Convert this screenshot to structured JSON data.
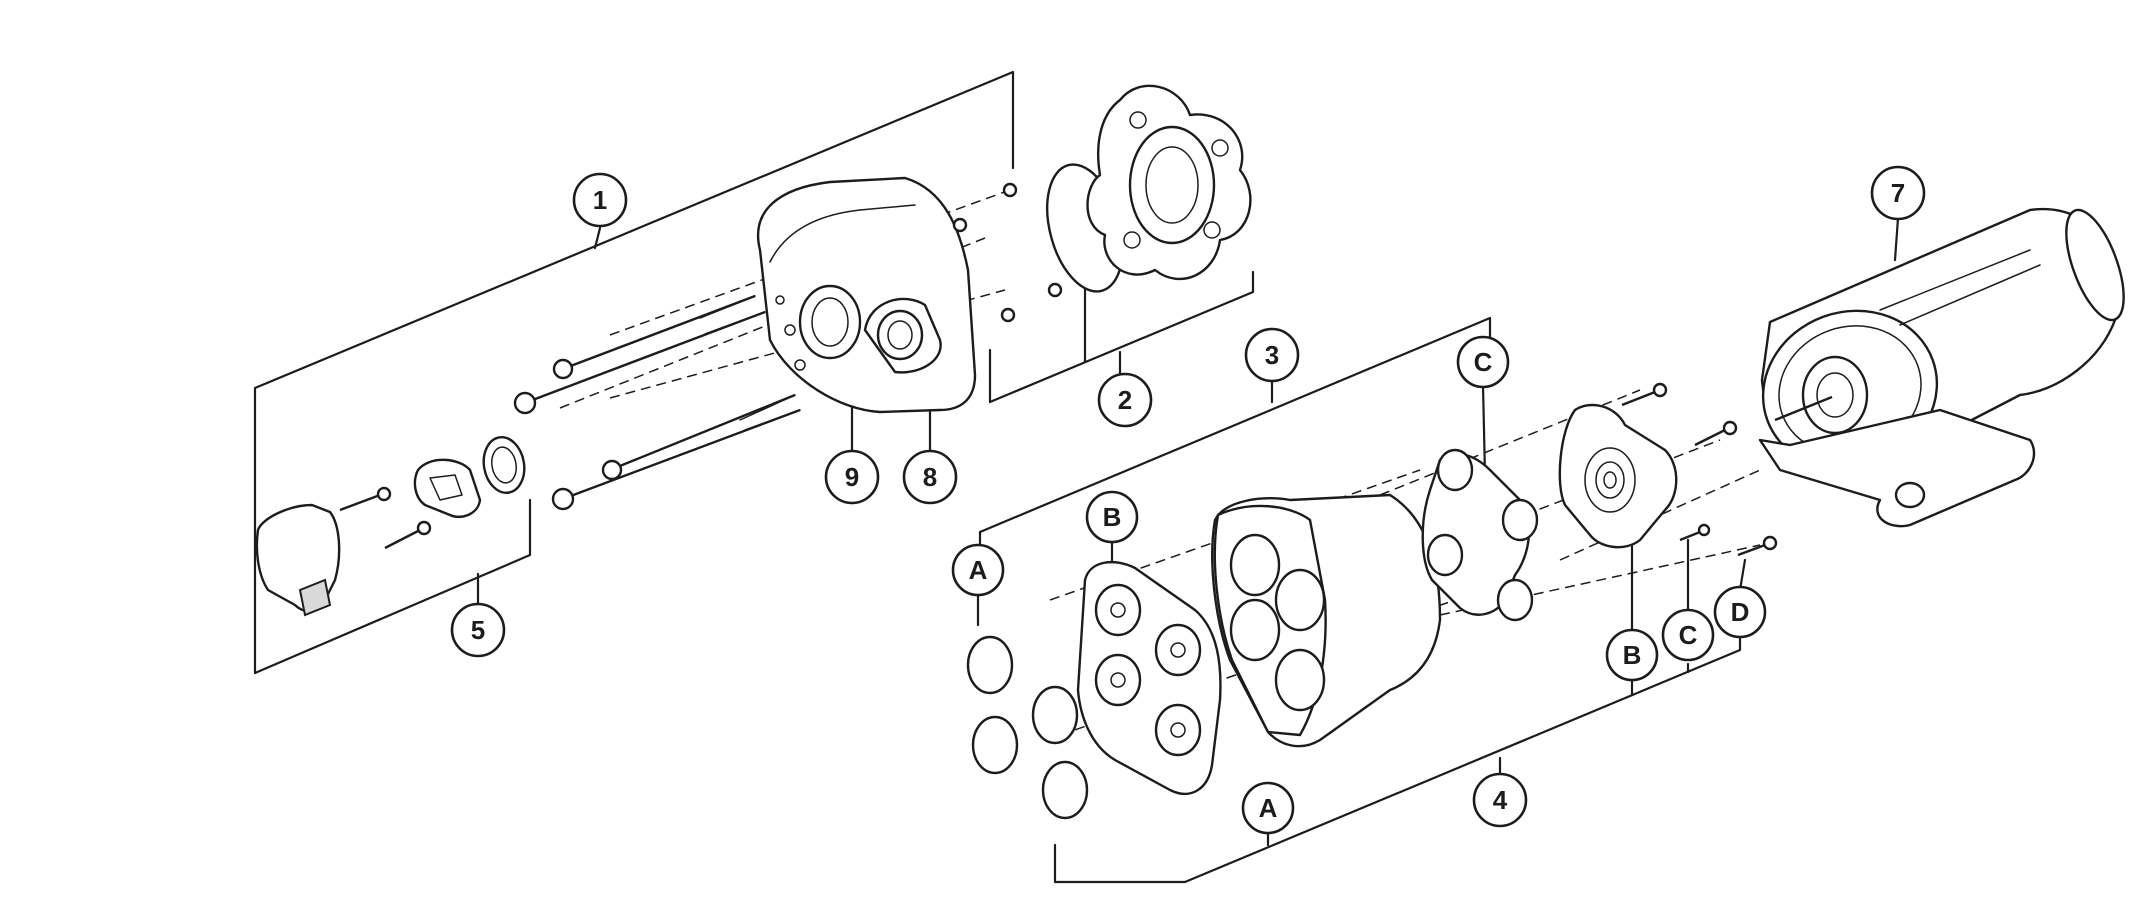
{
  "callouts": {
    "c1": "1",
    "c2": "2",
    "c3": "3",
    "c4": "4",
    "c5": "5",
    "c7": "7",
    "c8": "8",
    "c9": "9",
    "cA1": "A",
    "cA2": "A",
    "cB1": "B",
    "cB2": "B",
    "cC1": "C",
    "cC2": "C",
    "cD": "D"
  }
}
